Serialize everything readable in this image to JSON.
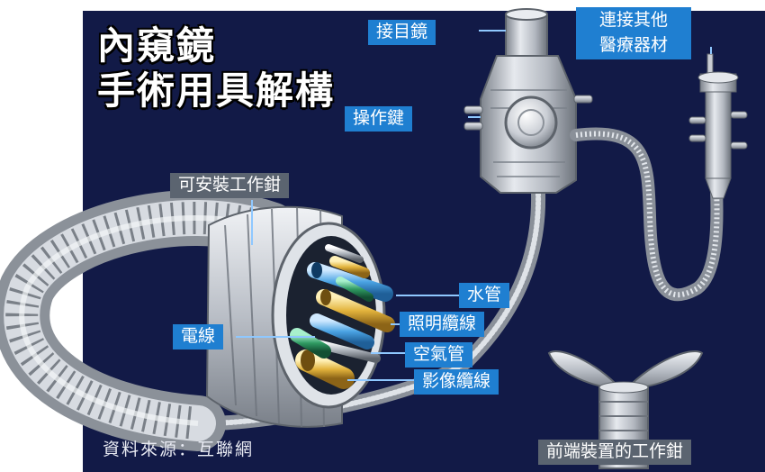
{
  "title": {
    "line1": "內窺鏡",
    "line2": "手術用具解構"
  },
  "labels": {
    "eyepiece": "接目鏡",
    "connector_line1": "連接其他",
    "connector_line2": "醫療器材",
    "control_key": "操作鍵",
    "forceps_channel": "可安裝工作鉗",
    "water_tube": "水管",
    "light_cable": "照明纜線",
    "wire": "電線",
    "air_tube": "空氣管",
    "image_cable": "影像纜線",
    "tip_forceps": "前端裝置的工作鉗"
  },
  "source": "資料來源：互聯網",
  "colors": {
    "panel": "#121a47",
    "label_blue": "#1f7fd1",
    "label_gray": "#5b6470",
    "leader": "#8fc8ff"
  }
}
